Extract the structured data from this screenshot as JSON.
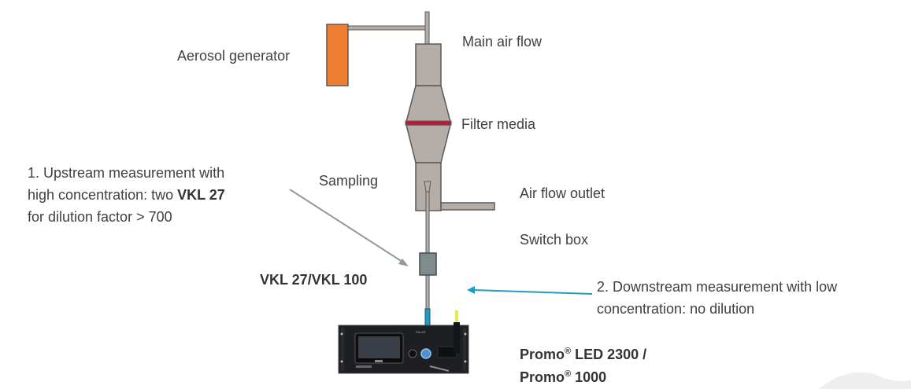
{
  "labels": {
    "aerosol_generator": "Aerosol generator",
    "main_air_flow": "Main air flow",
    "filter_media": "Filter media",
    "sampling": "Sampling",
    "air_flow_outlet": "Air flow outlet",
    "switch_box": "Switch box",
    "dilution_device": "VKL 27/VKL 100"
  },
  "upstream_note": {
    "line1": "1. Upstream measurement with",
    "line2_prefix": "high concentration: two ",
    "line2_bold": "VKL 27",
    "line3": "for dilution factor > 700"
  },
  "downstream_note": {
    "line1": "2. Downstream measurement with low",
    "line2": "concentration: no dilution"
  },
  "device_label": {
    "line1_name": "Promo",
    "line1_reg": "®",
    "line1_rest": " LED 2300 /",
    "line2_name": "Promo",
    "line2_reg": "®",
    "line2_rest": " 1000"
  },
  "colors": {
    "generator": "#ED7D31",
    "housing": "#B5ADA7",
    "outline": "#5A5A5A",
    "filter": "#C0143C",
    "switch_box": "#7F8C8D",
    "upstream_arrow": "#8E9A99",
    "downstream_arrow": "#1F9BC4",
    "device_panel": "#1E1F22"
  }
}
